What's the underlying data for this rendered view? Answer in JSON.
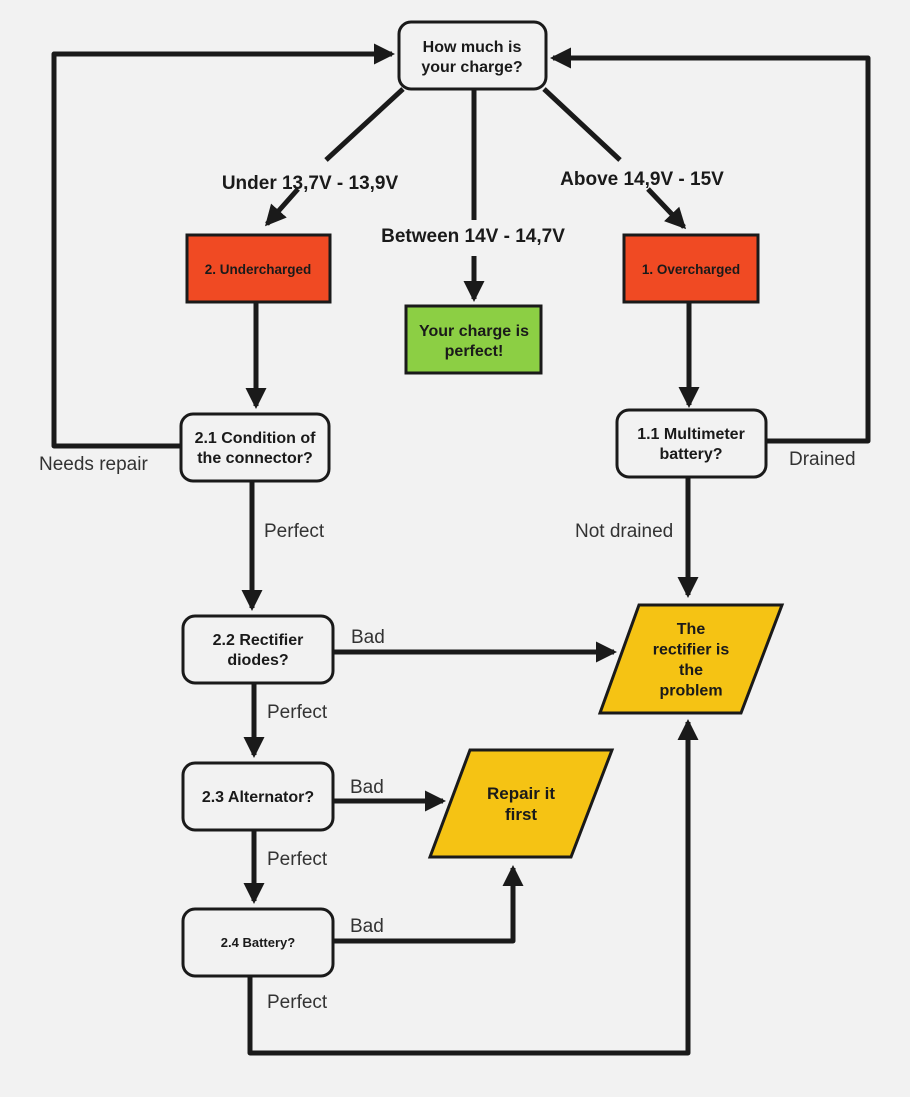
{
  "colors": {
    "background": "#f2f2f2",
    "line": "#1a1a1a",
    "box_fill": "#f2f2f2",
    "warning_red": "#f04a23",
    "success_green": "#8ccf44",
    "result_yellow": "#f5c314"
  },
  "nodes": {
    "start": [
      "How much is",
      "your charge?"
    ],
    "undercharged": [
      "2. Undercharged"
    ],
    "perfect_charge": [
      "Your charge is",
      "perfect!"
    ],
    "overcharged": [
      "1. Overcharged"
    ],
    "connector": [
      "2.1 Condition of",
      "the connector?"
    ],
    "multimeter": [
      "1.1 Multimeter",
      "battery?"
    ],
    "diodes": [
      "2.2 Rectifier",
      "diodes?"
    ],
    "rectifier_problem": [
      "The",
      "rectifier is",
      "the",
      "problem"
    ],
    "alternator": [
      "2.3 Alternator?"
    ],
    "repair_first": [
      "Repair it",
      "first"
    ],
    "battery": [
      "2.4 Battery?"
    ]
  },
  "branch_labels": {
    "under": "Under 13,7V - 13,9V",
    "between": "Between 14V - 14,7V",
    "above": "Above 14,9V - 15V"
  },
  "edge_labels": {
    "needs_repair": "Needs repair",
    "drained": "Drained",
    "connector_perfect": "Perfect",
    "not_drained": "Not drained",
    "diodes_bad": "Bad",
    "diodes_perfect": "Perfect",
    "alternator_bad": "Bad",
    "alternator_perfect": "Perfect",
    "battery_bad": "Bad",
    "battery_perfect": "Perfect"
  }
}
